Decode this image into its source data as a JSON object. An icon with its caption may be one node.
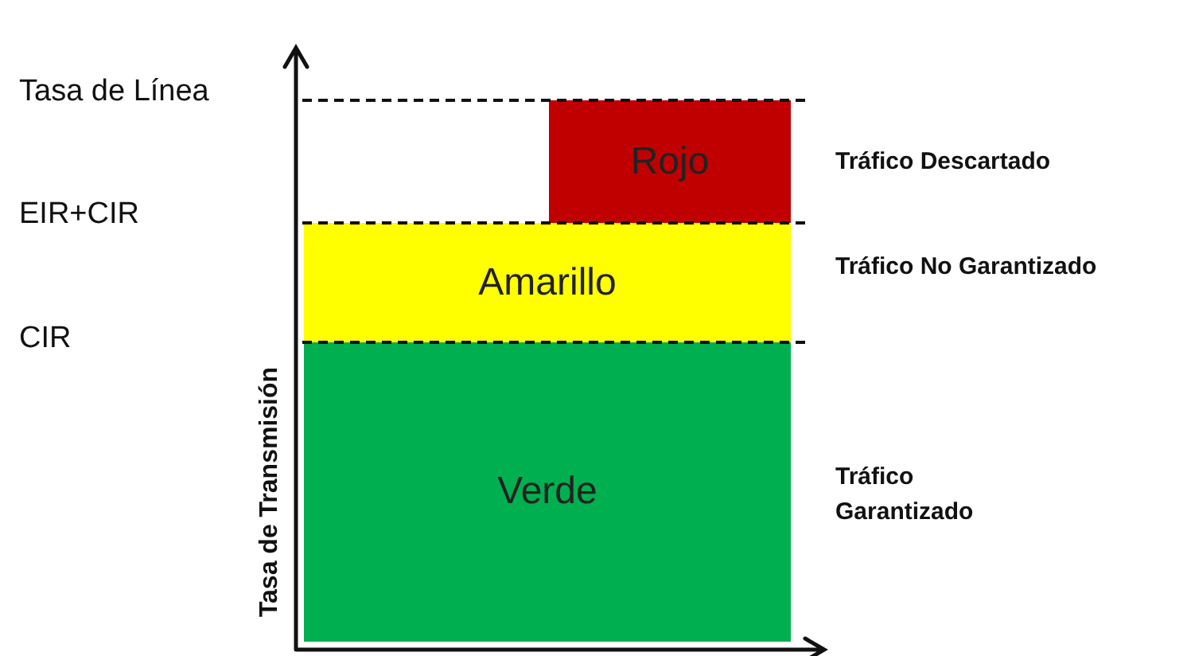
{
  "diagram": {
    "nodes": [
      {
        "text": [
          "Rojo"
        ],
        "beside": [
          "Tráfico Descartado"
        ]
      },
      {
        "text": [
          "Amarillo"
        ],
        "beside": [
          "Tráfico No Garantizado"
        ]
      },
      {
        "text": [
          "Verde"
        ],
        "beside": [
          "Tráfico Garantizado"
        ]
      }
    ],
    "labels": [
      "Tasa de Línea",
      "EIR+CIR",
      "CIR",
      "Tasa de Transmisión"
    ]
  }
}
